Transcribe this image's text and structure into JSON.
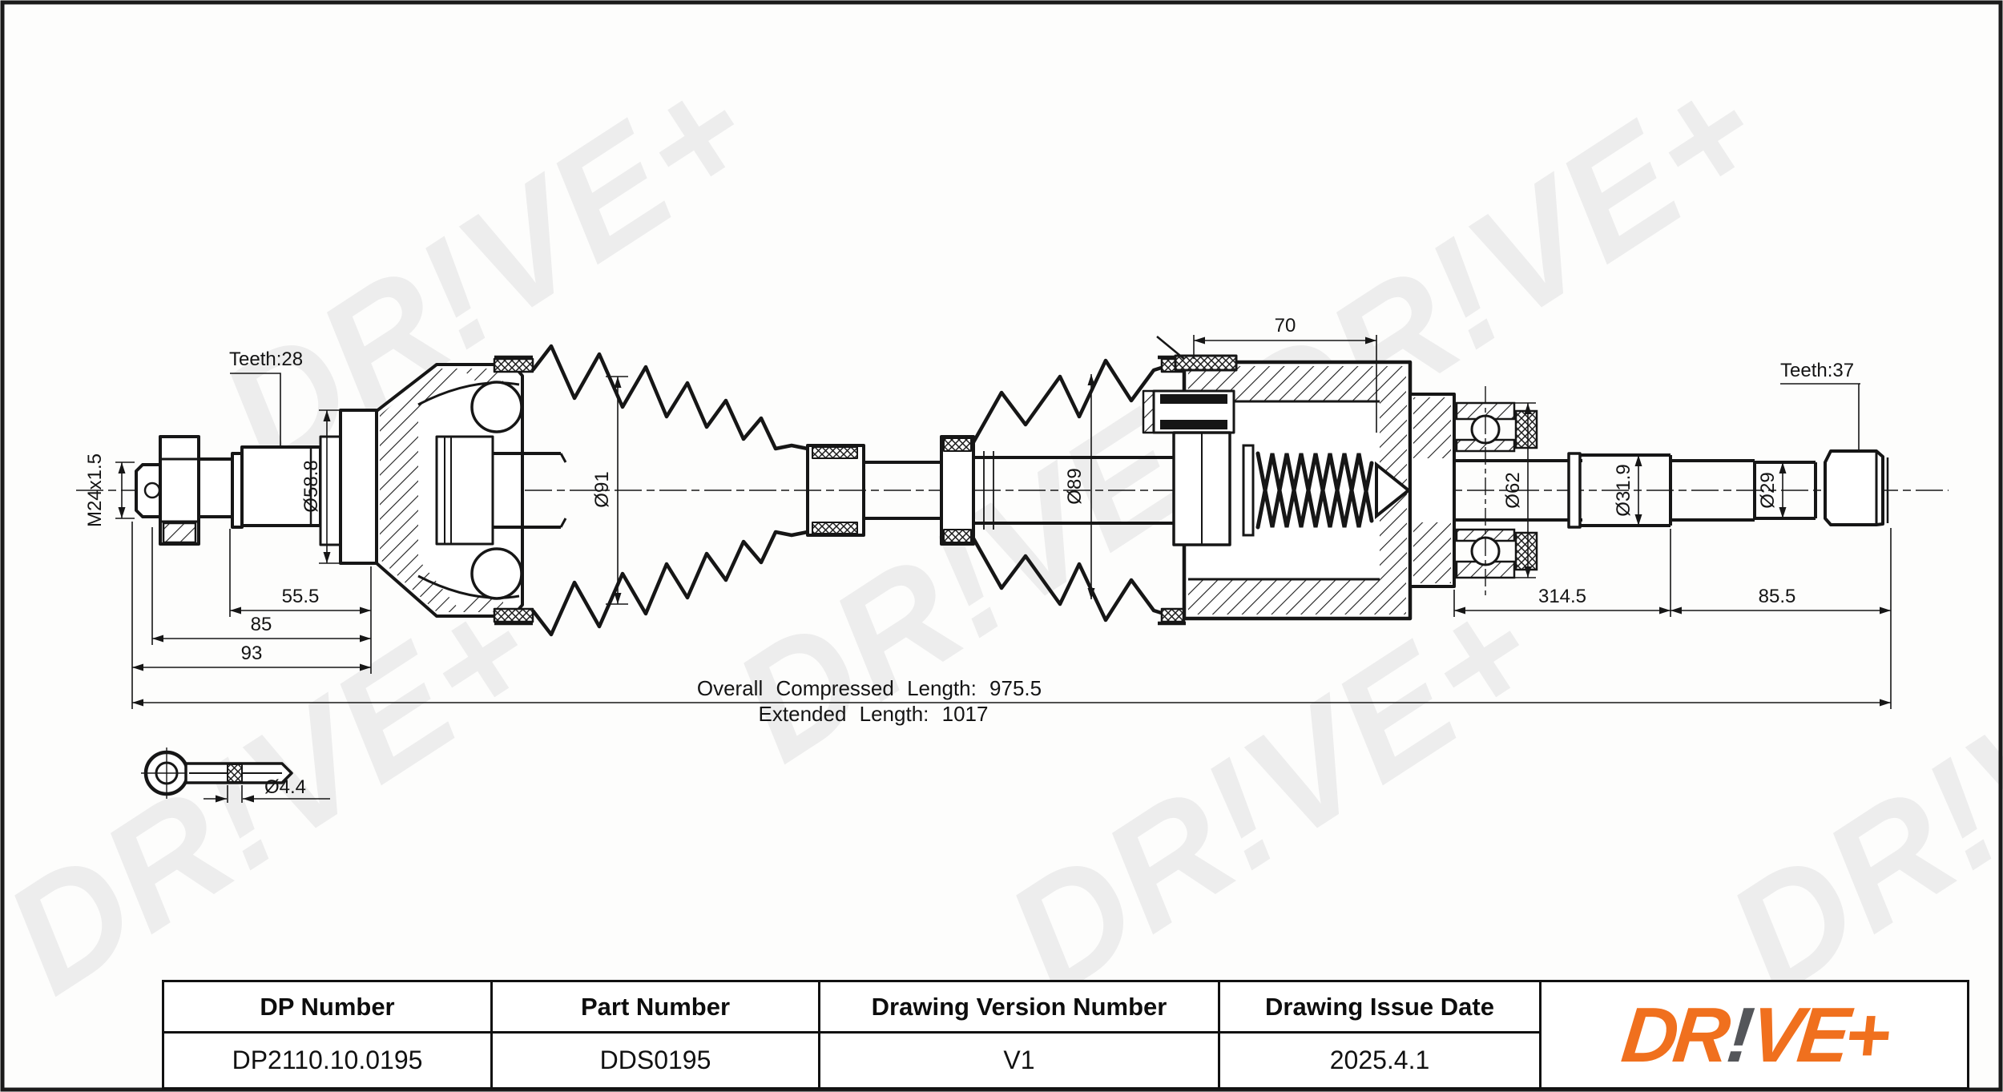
{
  "drawing": {
    "description": "Drive shaft (CV axle) sectional technical drawing",
    "colors": {
      "line": "#161616",
      "background": "#ffffff",
      "watermark": "#ededed"
    },
    "watermark_text": "DR!VE+",
    "annotations": {
      "thread_spec": "M24x1.5",
      "spline_teeth_left": "Teeth:28",
      "spline_teeth_right": "Teeth:37",
      "outer_joint_seat_dia": "Ø58.8",
      "outer_boot_dia": "Ø91",
      "inner_boot_dia": "Ø89",
      "bearing_dia": "Ø62",
      "shaft_dia_mid": "Ø31.9",
      "shaft_dia_end": "Ø29",
      "cotter_pin_dia": "Ø4.4",
      "joint_depth": "70",
      "len_55_5": "55.5",
      "len_85": "85",
      "len_93": "93",
      "len_314_5": "314.5",
      "len_85_5": "85.5",
      "overall_compressed_length": "Overall Compressed Length: 975.5",
      "extended_length": "Extended Length: 1017"
    }
  },
  "title_block": {
    "columns": [
      {
        "header": "DP Number",
        "value": "DP2110.10.0195"
      },
      {
        "header": "Part Number",
        "value": "DDS0195"
      },
      {
        "header": "Drawing Version Number",
        "value": "V1"
      },
      {
        "header": "Drawing Issue Date",
        "value": "2025.4.1"
      }
    ],
    "logo": {
      "part1": "DR",
      "bang": "!",
      "part2": "VE+",
      "orange": "#F0701E",
      "gray": "#54565A"
    }
  }
}
